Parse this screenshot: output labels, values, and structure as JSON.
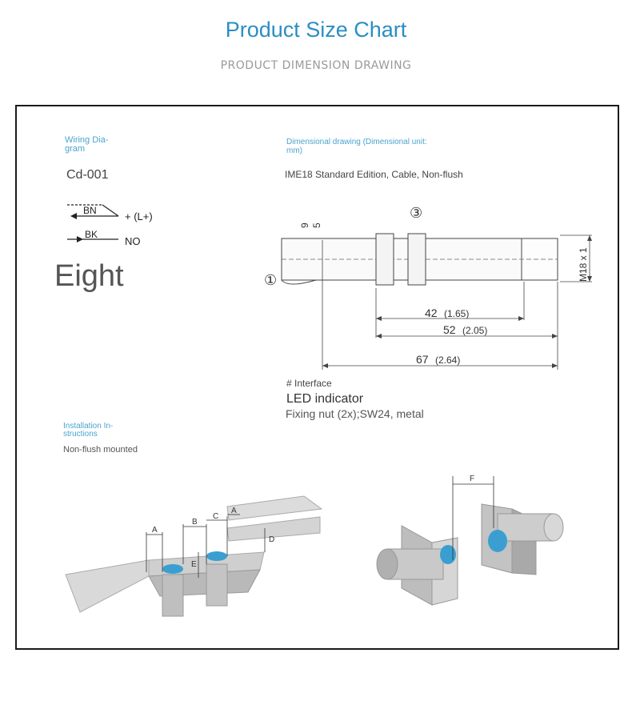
{
  "header": {
    "title": "Product Size Chart",
    "subtitle": "PRODUCT DIMENSION DRAWING"
  },
  "wiring": {
    "heading_line1": "Wiring Dia-",
    "heading_line2": "gram",
    "model": "Cd-001",
    "wire_bn": "BN",
    "wire_bn_signal": "+ (L+)",
    "wire_bk": "BK",
    "wire_bk_signal": "NO",
    "overlay_text": "Eight"
  },
  "dimensional": {
    "heading_line1": "Dimensional drawing (Dimensional unit:",
    "heading_line2": "mm)",
    "edition": "IME18 Standard Edition, Cable, Non-flush",
    "callout_1": "①",
    "callout_3": "③",
    "thread": "M18 x 1",
    "dim_left_1": "9",
    "dim_left_2": "5",
    "dim_42": "42",
    "dim_42_in": "(1.65)",
    "dim_52": "52",
    "dim_52_in": "(2.05)",
    "dim_67": "67",
    "dim_67_in": "(2.64)"
  },
  "legend": {
    "interface": "# Interface",
    "led": "LED indicator",
    "nut": "Fixing nut (2x);SW24, metal"
  },
  "installation": {
    "heading_line1": "Installation In-",
    "heading_line2": "structions",
    "mode": "Non-flush mounted",
    "label_a": "A",
    "label_b": "B",
    "label_c": "C",
    "label_d": "D",
    "label_e": "E",
    "label_f": "F"
  },
  "colors": {
    "title": "#2b8ec4",
    "label_blue": "#4aa3cf",
    "sensor_face": "#3a9fd0",
    "metal": "#c6c6c6"
  }
}
